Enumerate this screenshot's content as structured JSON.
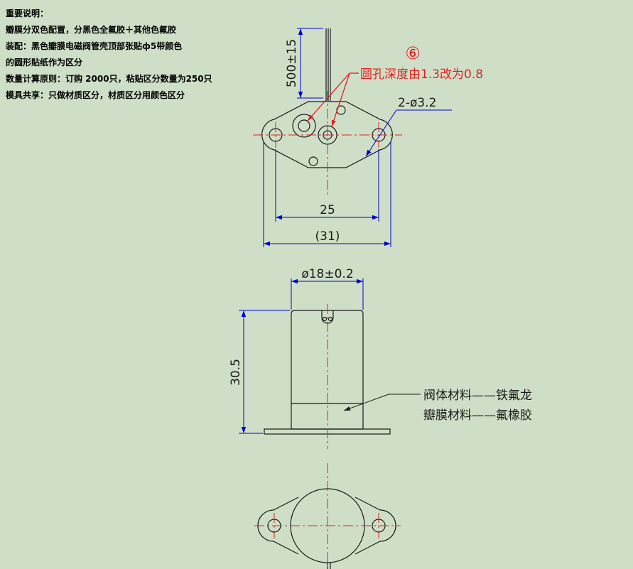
{
  "notes": {
    "line1": "重要说明：",
    "line2": "瓣膜分双色配置，分黑色全氟胶＋其他色氟胶",
    "line3": "装配：黑色瓣膜电磁阀管壳顶部张贴ф5带颜色",
    "line4": "的圆形贴纸作为区分",
    "line5": "数量计算原则：订购 2000只，粘贴区分数量为250只",
    "line6": "模具共享：只做材质区分，材质区分用颜色区分"
  },
  "top_view": {
    "wire_length_dim": "500±15",
    "revision_mark": "⑥",
    "revision_note": "圆孔深度由1.3改为0.8",
    "hole_dim": "2-ø3.2",
    "hole_spacing_dim": "25",
    "overall_width_dim": "(31)"
  },
  "front_view": {
    "diameter_dim": "ø18±0.2",
    "height_dim": "30.5",
    "material_body": "阀体材料——铁氟龙",
    "material_membrane": "瓣膜材料——氟橡胶"
  },
  "colors": {
    "background": "#cfdfc7",
    "outline": "#1a1a1a",
    "dimension": "#0000cc",
    "centerline": "#e02020",
    "annotation": "#e02020"
  }
}
